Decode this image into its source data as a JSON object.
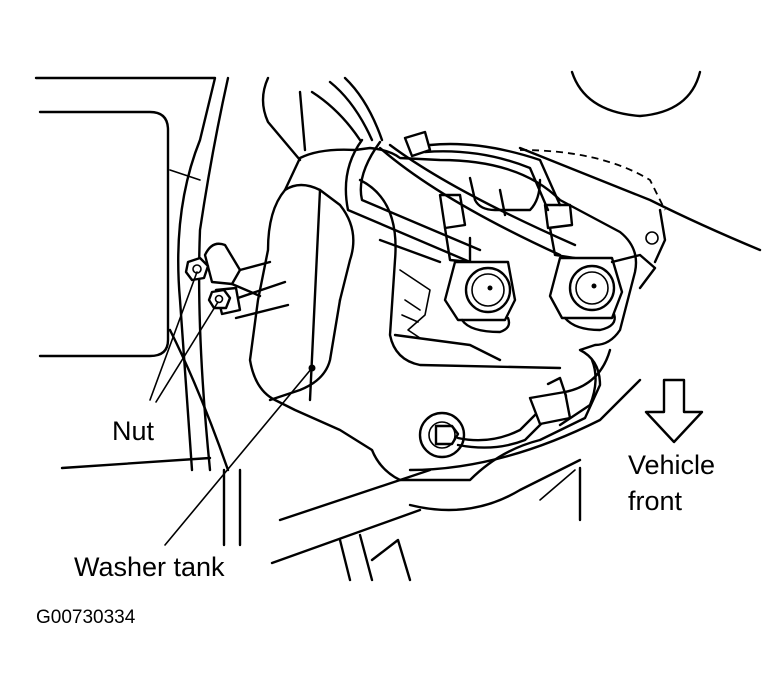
{
  "labels": {
    "nut": "Nut",
    "washer_tank": "Washer tank",
    "vehicle_front_line1": "Vehicle",
    "vehicle_front_line2": "front"
  },
  "figure_code": "G00730334",
  "icons": {
    "direction_arrow": "down-arrow-outline-icon"
  }
}
